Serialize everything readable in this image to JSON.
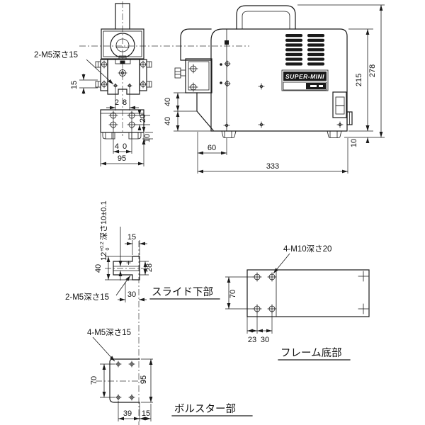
{
  "fv": {
    "note": "2-M5深さ15",
    "d15": "15",
    "d28": "28",
    "d20": "20",
    "d10": "10",
    "d40": "40",
    "d95": "95"
  },
  "sv": {
    "brand": "SUPER-MINI",
    "d40a": "40",
    "d40b": "40",
    "d60": "60",
    "d333": "333",
    "d215": "215",
    "d278": "278",
    "d10": "10"
  },
  "sd": {
    "title": "スライド下部",
    "note": "2-M5深さ15",
    "tol_base": "12",
    "tol_up": "+0.2",
    "tol_low": "0",
    "tol_rest": "深さ10±0.1",
    "d15": "15",
    "d40": "40",
    "d28": "28",
    "d30": "30"
  },
  "bd": {
    "title": "ボルスター部",
    "note": "4-M5深さ15",
    "d70": "70",
    "d95": "95",
    "d39": "39",
    "d15": "15"
  },
  "fd": {
    "title": "フレーム底部",
    "note": "4-M10深さ20",
    "d70": "70",
    "d23": "23",
    "d30": "30"
  }
}
